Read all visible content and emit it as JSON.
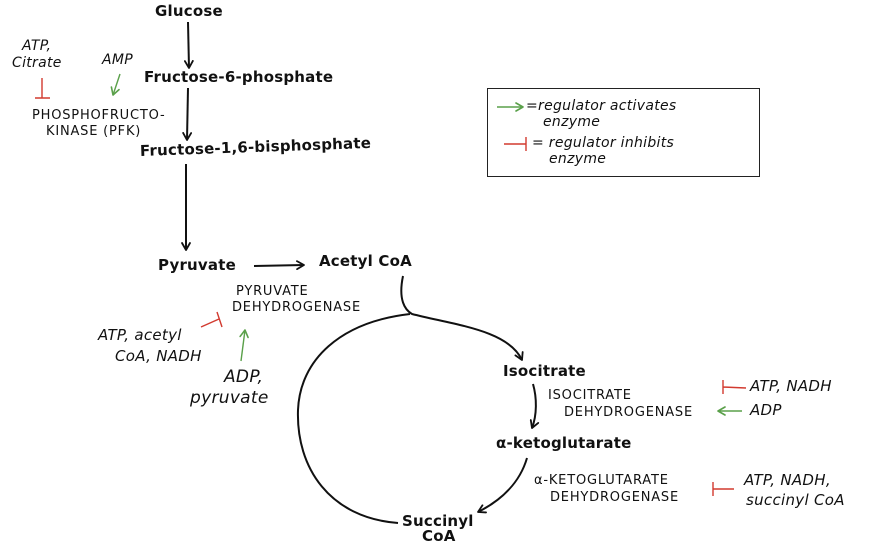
{
  "colors": {
    "activator": "#5aa04a",
    "inhibitor": "#d23a2f",
    "ink": "#111111"
  },
  "molecules": {
    "glucose": "Glucose",
    "f6p": "Fructose-6-phosphate",
    "f16bp": "Fructose-1,6-bisphosphate",
    "pyruvate": "Pyruvate",
    "acetyl_coa": "Acetyl CoA",
    "isocitrate": "Isocitrate",
    "akg": "α-ketoglutarate",
    "succinyl_coa_line1": "Succinyl",
    "succinyl_coa_line2": "CoA"
  },
  "enzymes": {
    "pfk_line1": "PHOSPHOFRUCTO-",
    "pfk_line2": "KINASE (PFK)",
    "pdh_line1": "PYRUVATE",
    "pdh_line2": "DEHYDROGENASE",
    "idh_line1": "ISOCITRATE",
    "idh_line2": "DEHYDROGENASE",
    "akgdh_line1": "α-KETOGLUTARATE",
    "akgdh_line2": "DEHYDROGENASE"
  },
  "regulators": {
    "pfk_inhibitor_line1": "ATP,",
    "pfk_inhibitor_line2": "Citrate",
    "pfk_activator": "AMP",
    "pdh_inhibitor_line1": "ATP, acetyl",
    "pdh_inhibitor_line2": "CoA, NADH",
    "pdh_activator_line1": "ADP,",
    "pdh_activator_line2": "pyruvate",
    "idh_inhibitor": "ATP, NADH",
    "idh_activator": "ADP",
    "akgdh_inhibitor_line1": "ATP, NADH,",
    "akgdh_inhibitor_line2": "succinyl CoA"
  },
  "legend": {
    "activates_line1": "=regulator activates",
    "activates_line2": "enzyme",
    "inhibits_line1": "= regulator inhibits",
    "inhibits_line2": "enzyme"
  }
}
